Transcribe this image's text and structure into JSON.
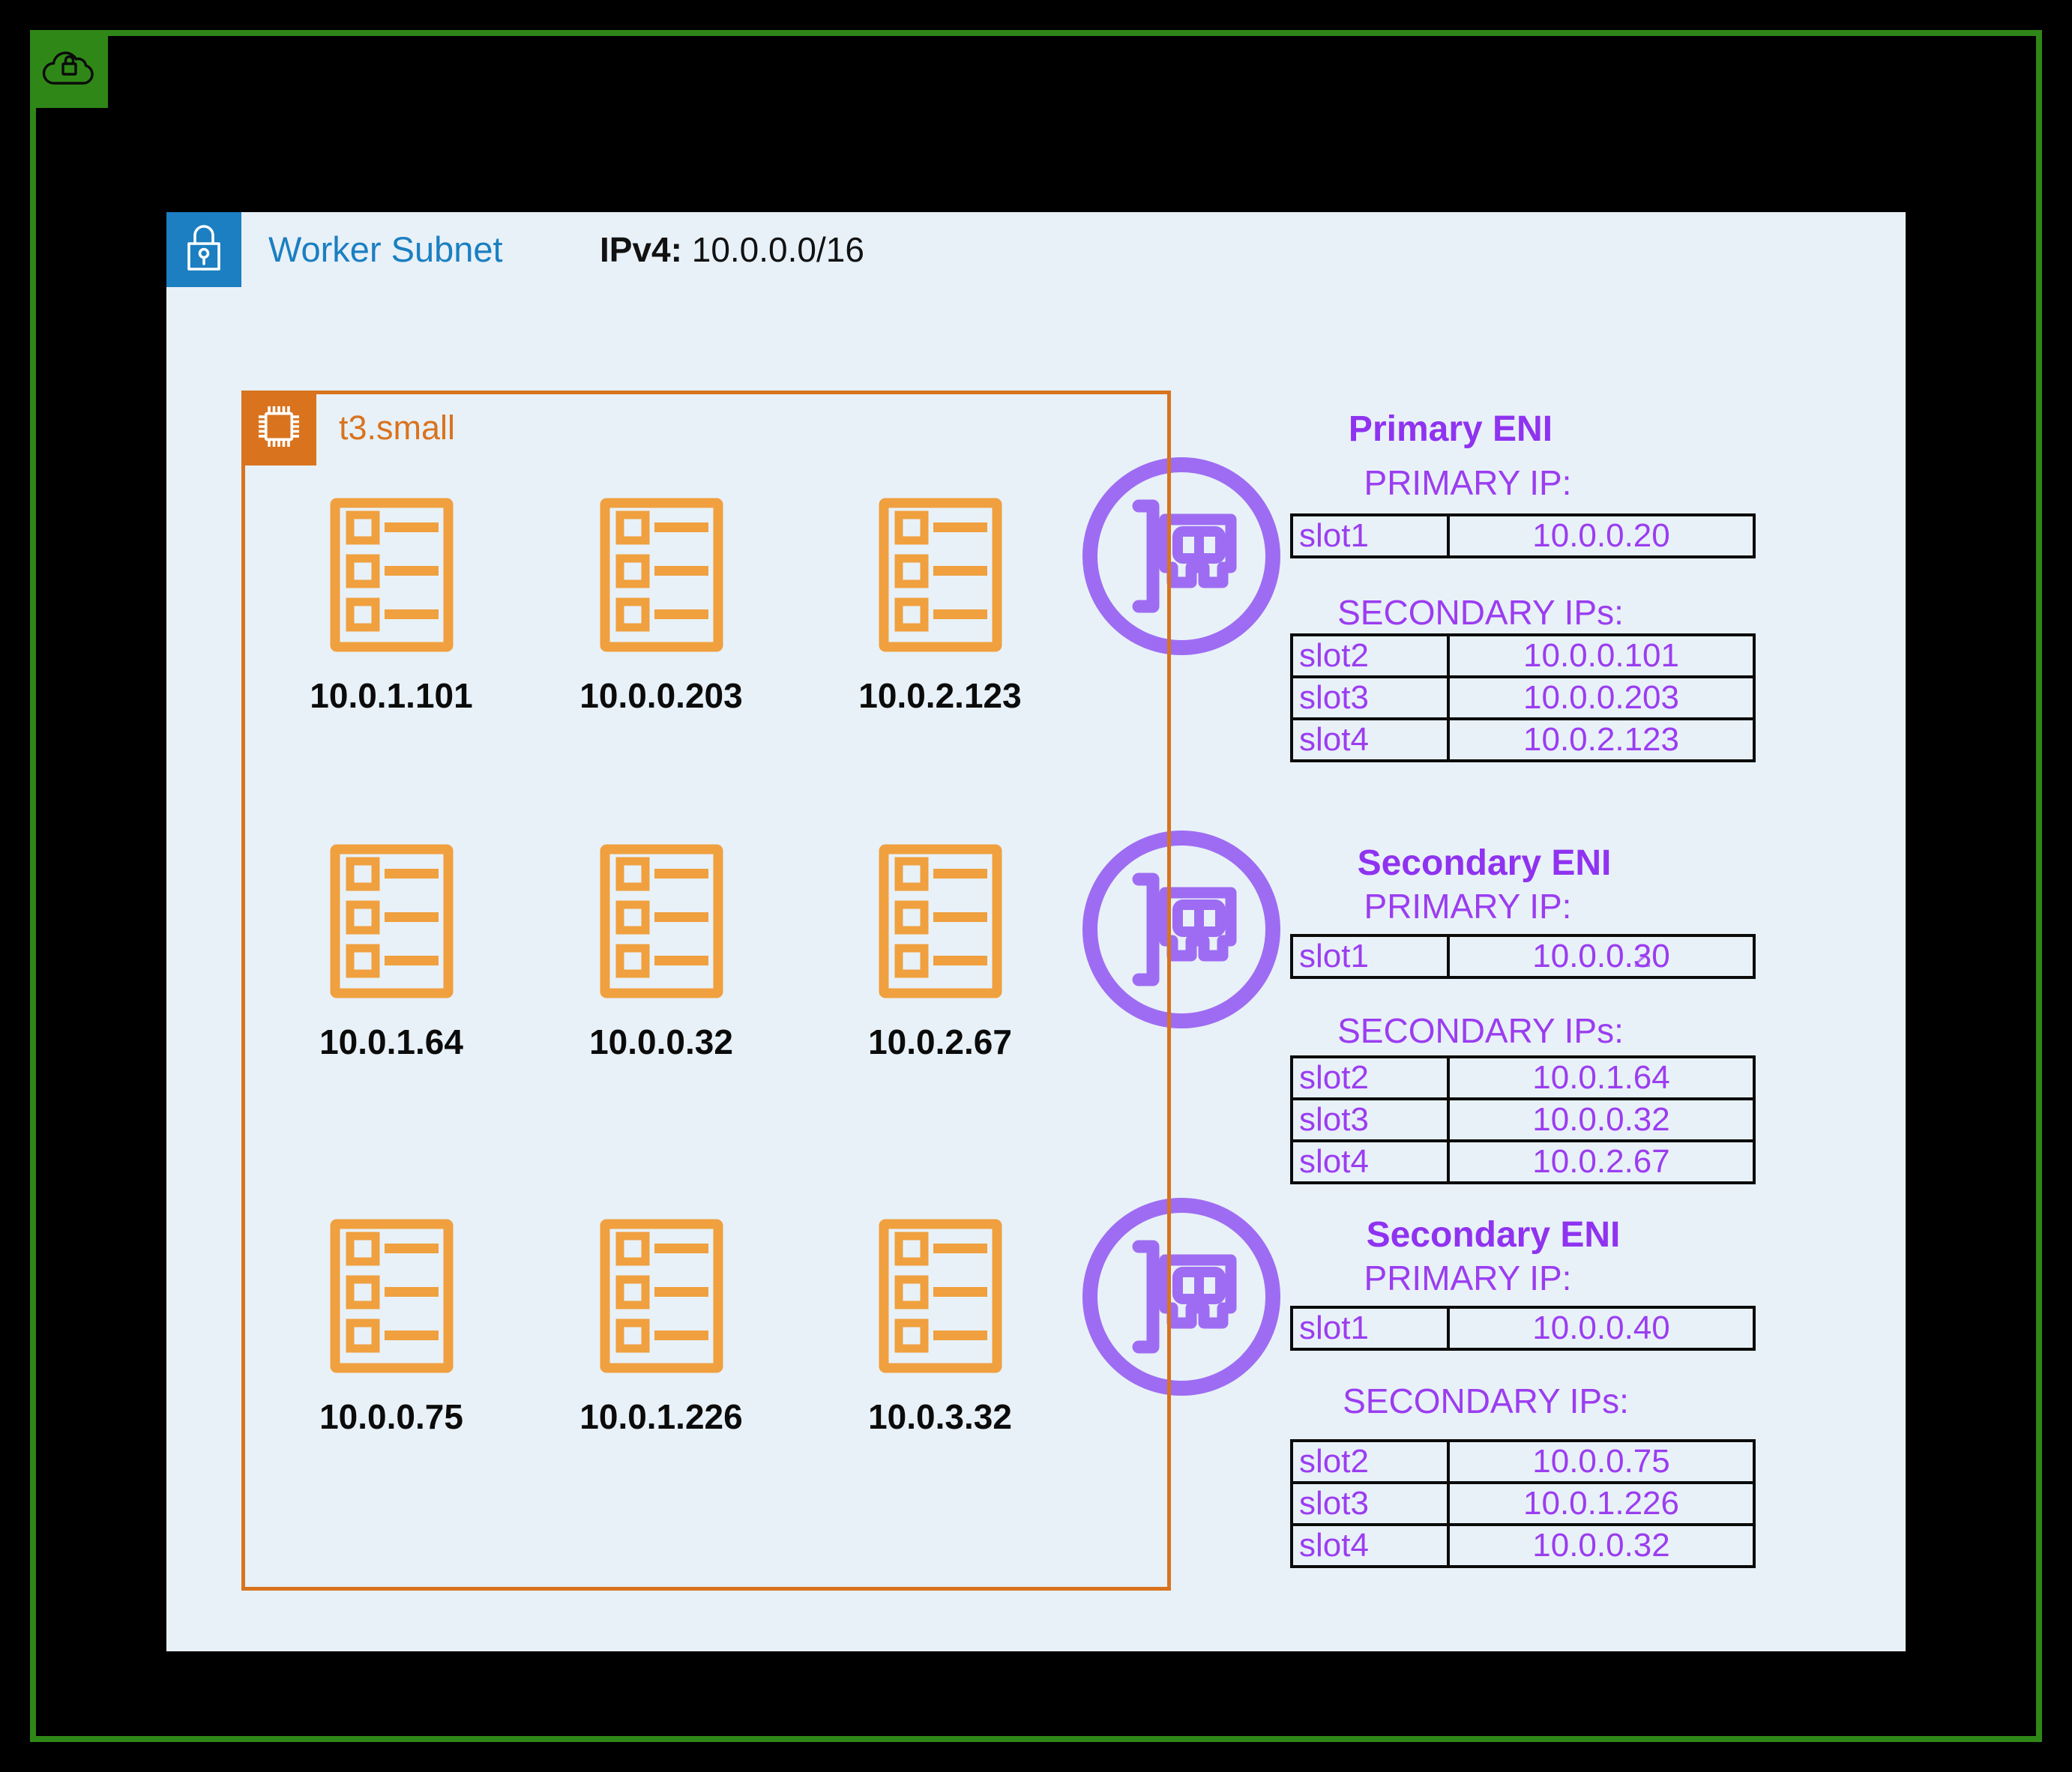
{
  "colors": {
    "background": "#000000",
    "cloud_green": "#2f8717",
    "subnet_blue": "#1b7fc1",
    "subnet_bg": "#e8f1f8",
    "instance_orange": "#d9731e",
    "pod_orange": "#f0a03e",
    "eni_purple": "#9e6cf2",
    "eni_text_purple": "#9b3df0"
  },
  "cloud": {
    "icon": "cloud-lock-icon"
  },
  "subnet": {
    "title": "Worker Subnet",
    "ip_label": "IPv4:",
    "ip_value": "10.0.0.0/16",
    "icon": "padlock-icon"
  },
  "instance": {
    "label": "t3.small",
    "icon": "chip-icon",
    "pods": [
      {
        "ip": "10.0.1.101"
      },
      {
        "ip": "10.0.0.203"
      },
      {
        "ip": "10.0.2.123"
      },
      {
        "ip": "10.0.1.64"
      },
      {
        "ip": "10.0.0.32"
      },
      {
        "ip": "10.0.2.67"
      },
      {
        "ip": "10.0.0.75"
      },
      {
        "ip": "10.0.1.226"
      },
      {
        "ip": "10.0.3.32"
      }
    ]
  },
  "enis": [
    {
      "title": "Primary ENI",
      "primary_heading": "PRIMARY IP:",
      "secondary_heading": "SECONDARY IPs:",
      "primary_rows": [
        {
          "slot": "slot1",
          "ip": "10.0.0.20"
        }
      ],
      "secondary_rows": [
        {
          "slot": "slot2",
          "ip": "10.0.0.101"
        },
        {
          "slot": "slot3",
          "ip": "10.0.0.203"
        },
        {
          "slot": "slot4",
          "ip": "10.0.2.123"
        }
      ]
    },
    {
      "title": "Secondary ENI",
      "primary_heading": "PRIMARY IP:",
      "secondary_heading": "SECONDARY IPs:",
      "primary_rows": [
        {
          "slot": "slot1",
          "ip": "10.0.0.30",
          "ghost_ip": "10.0.0.20"
        }
      ],
      "secondary_rows": [
        {
          "slot": "slot2",
          "ip": "10.0.1.64"
        },
        {
          "slot": "slot3",
          "ip": "10.0.0.32"
        },
        {
          "slot": "slot4",
          "ip": "10.0.2.67"
        }
      ]
    },
    {
      "title": "Secondary ENI",
      "primary_heading": "PRIMARY IP:",
      "secondary_heading": "SECONDARY IPs:",
      "primary_rows": [
        {
          "slot": "slot1",
          "ip": "10.0.0.40"
        }
      ],
      "secondary_rows": [
        {
          "slot": "slot2",
          "ip": "10.0.0.75"
        },
        {
          "slot": "slot3",
          "ip": "10.0.1.226"
        },
        {
          "slot": "slot4",
          "ip": "10.0.0.32"
        }
      ]
    }
  ]
}
